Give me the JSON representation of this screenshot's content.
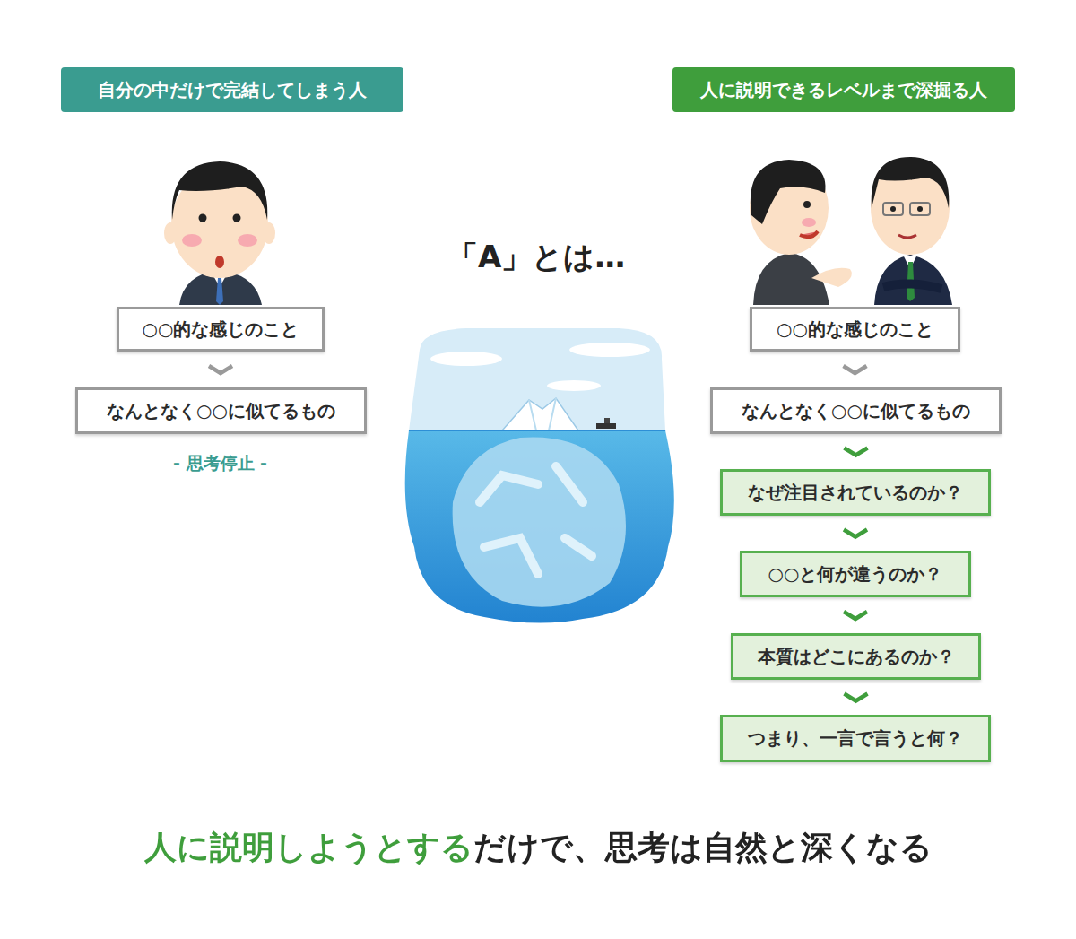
{
  "diagram": {
    "caption": "人に説明しようとするだけで、思考は自然と深くなる",
    "nodes": [
      {
        "text": [
          "自分の中だけで完結してしまう人"
        ]
      },
      {
        "text": [
          "人に説明できるレベルまで深掘る人"
        ]
      },
      {
        "text": [
          "○○的な感じのこと"
        ]
      },
      {
        "text": [
          "なんとなく○○に似てるもの"
        ]
      },
      {
        "text": [
          "○○的な感じのこと"
        ]
      },
      {
        "text": [
          "なんとなく○○に似てるもの"
        ]
      },
      {
        "text": [
          "なぜ注目されているのか？"
        ]
      },
      {
        "text": [
          "○○と何が違うのか？"
        ]
      },
      {
        "text": [
          "本質はどこにあるのか？"
        ]
      },
      {
        "text": [
          "つまり、一言で言うと何？"
        ]
      }
    ],
    "edges": [
      {
        "from": 2,
        "to": 3,
        "arrow": "to"
      },
      {
        "from": 4,
        "to": 5,
        "arrow": "to"
      },
      {
        "from": 5,
        "to": 6,
        "arrow": "to"
      },
      {
        "from": 6,
        "to": 7,
        "arrow": "to"
      },
      {
        "from": 7,
        "to": 8,
        "arrow": "to"
      },
      {
        "from": 8,
        "to": 9,
        "arrow": "to"
      }
    ],
    "labels": [
      "- 思考停止 -",
      "「A」とは…"
    ]
  }
}
